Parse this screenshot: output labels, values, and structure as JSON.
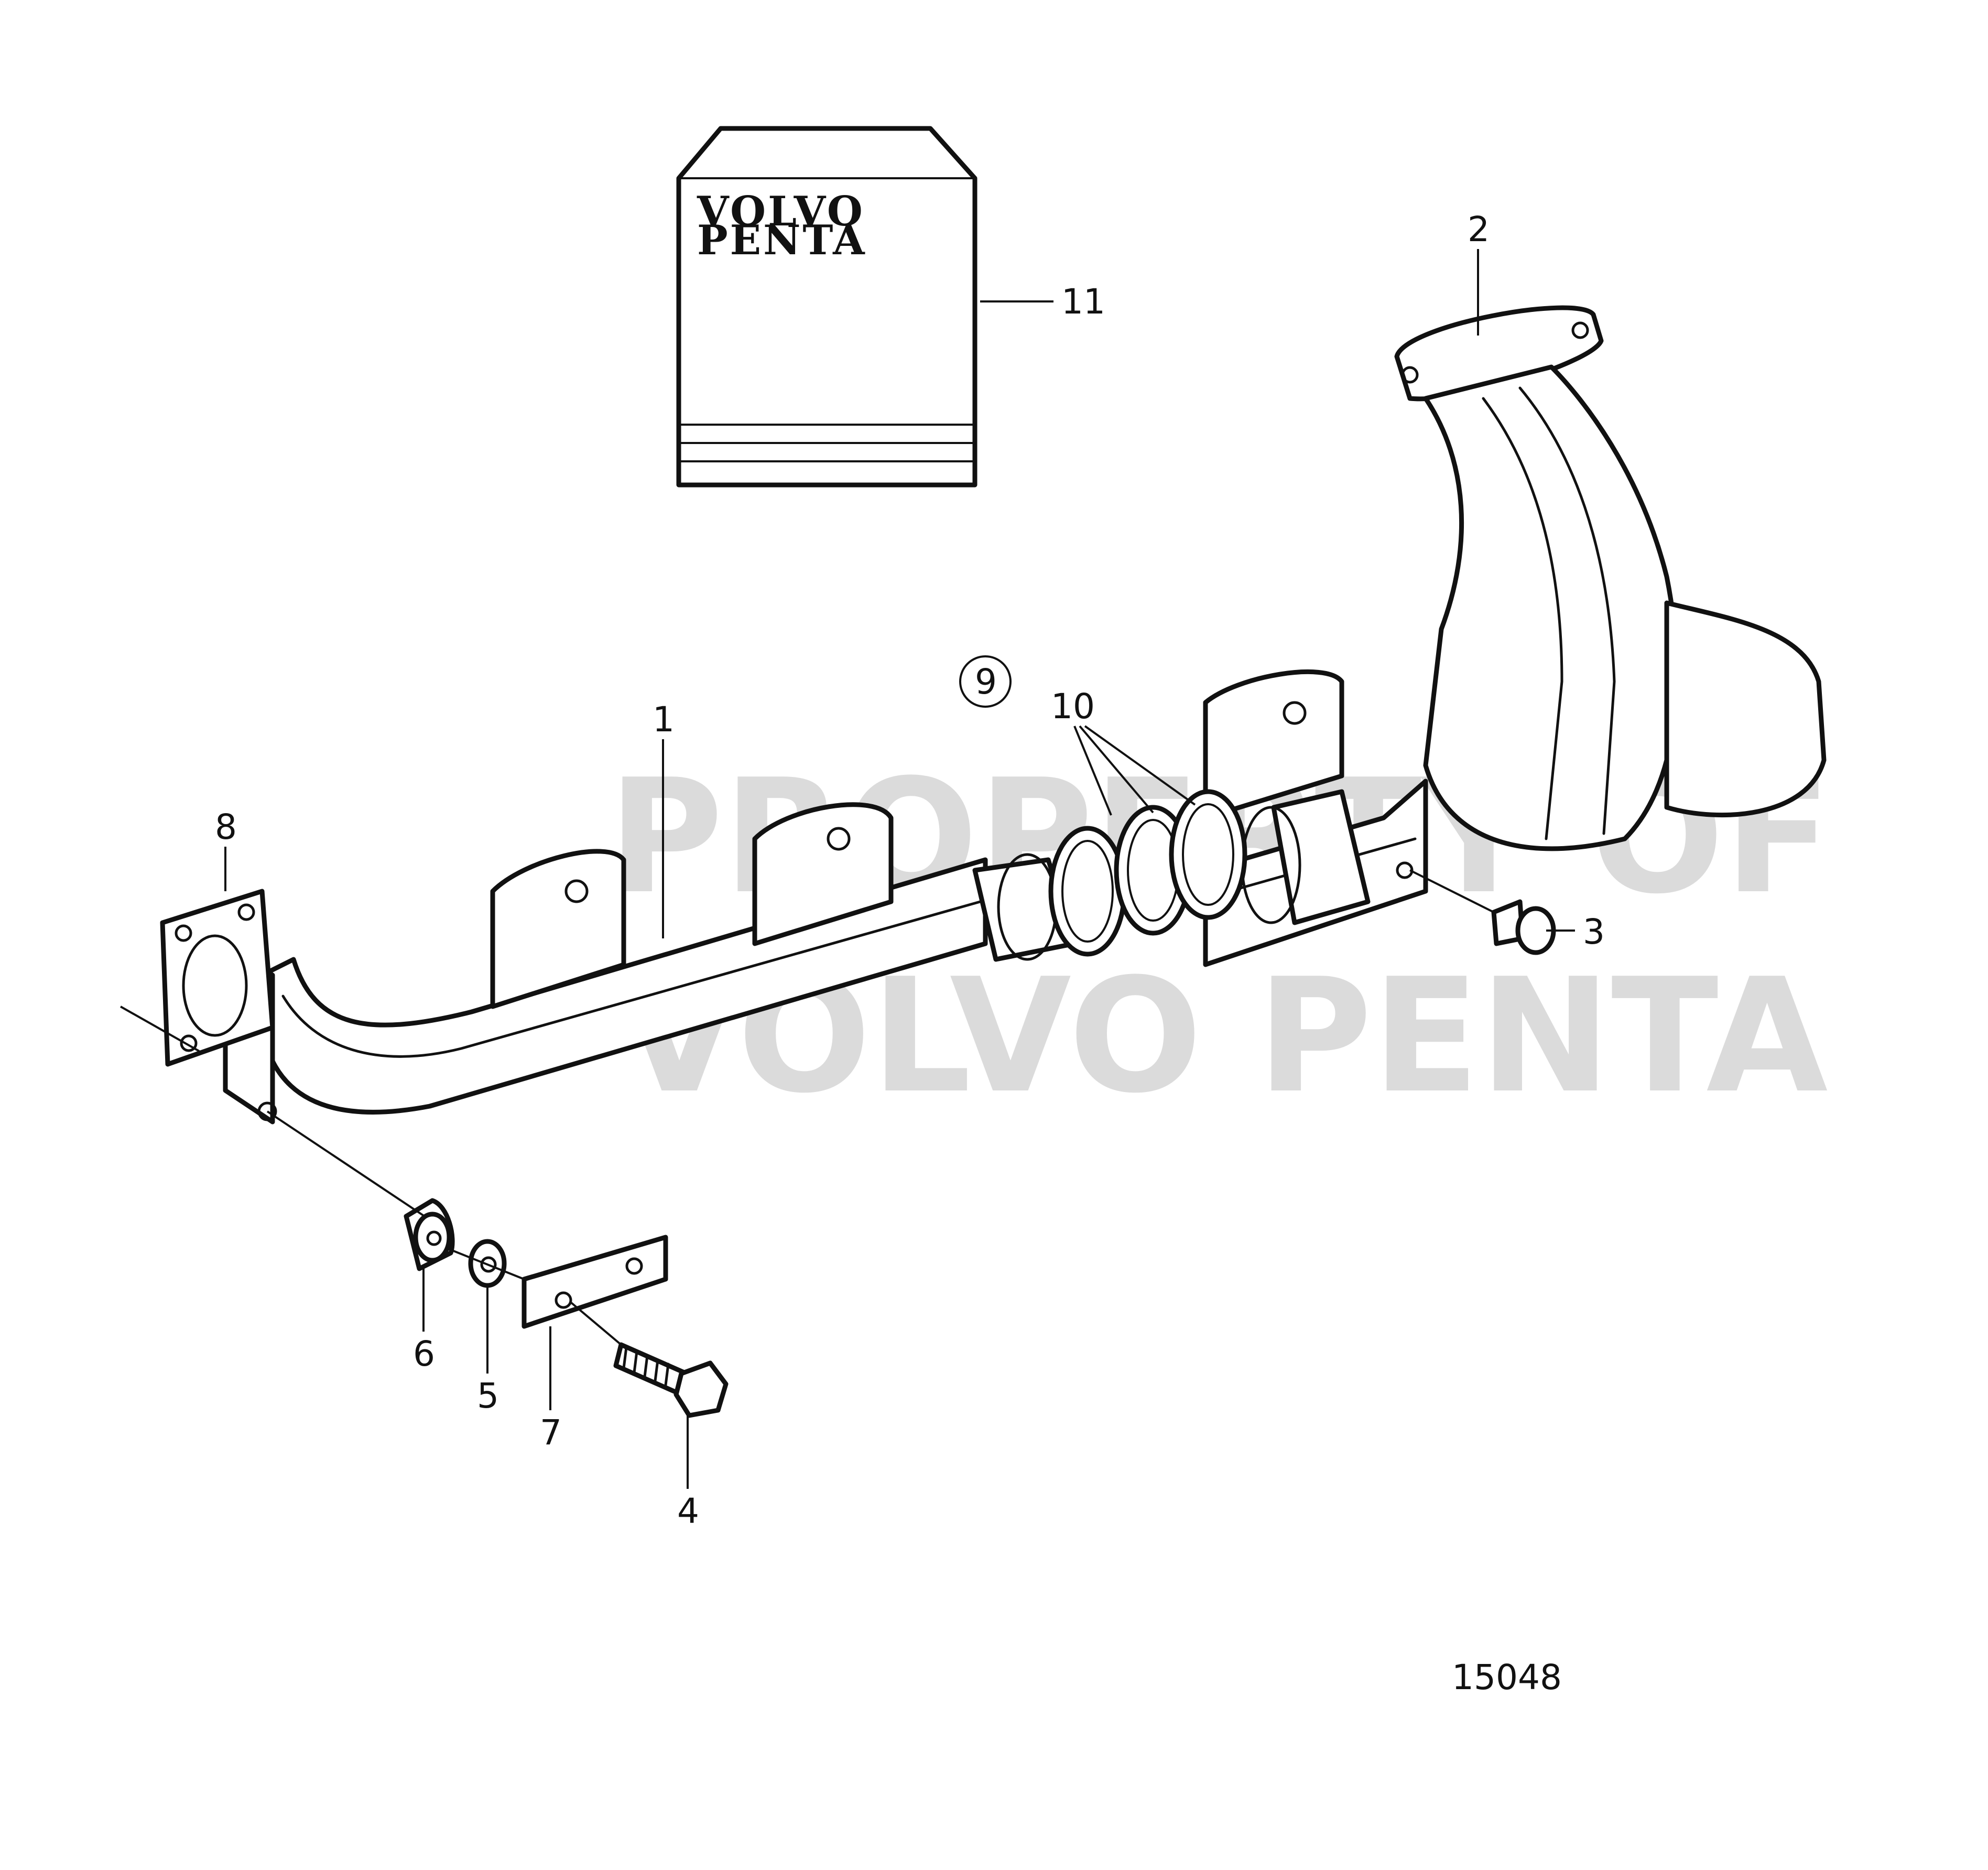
{
  "manual": {
    "brand_line1": "VOLVO",
    "brand_line2": "PENTA"
  },
  "watermark": {
    "line1": "PROPERTY OF",
    "line2": "VOLVO PENTA"
  },
  "figure_number": "15048",
  "callouts": {
    "c1": "1",
    "c2": "2",
    "c3": "3",
    "c4": "4",
    "c5": "5",
    "c6": "6",
    "c7": "7",
    "c8": "8",
    "c9": "9",
    "c10": "10",
    "c11": "11"
  }
}
